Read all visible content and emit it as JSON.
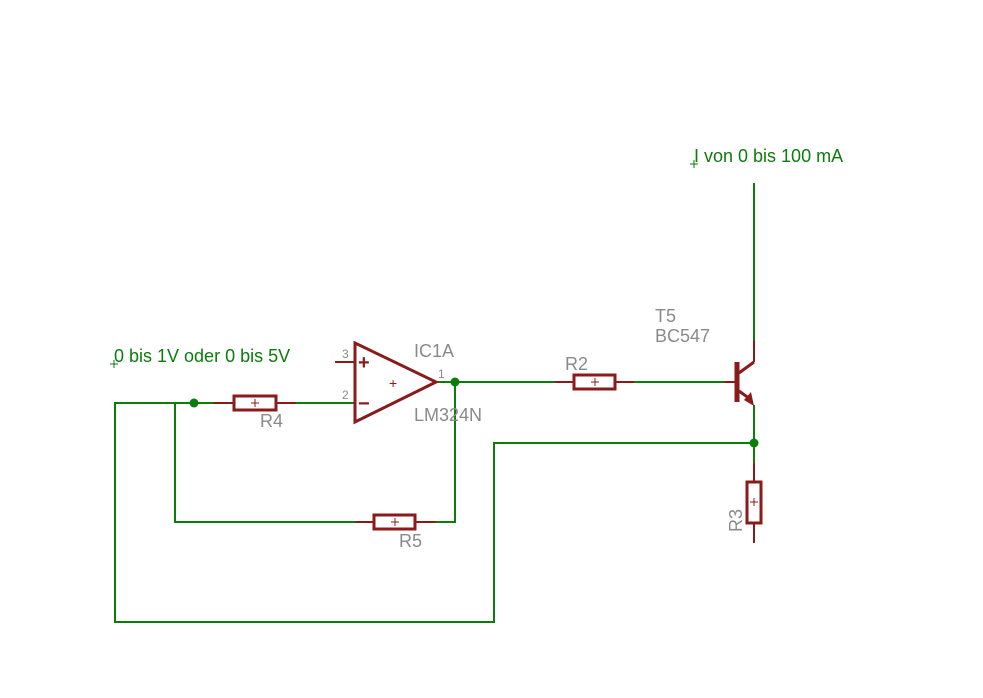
{
  "nets": {
    "input": "0 bis 1V oder 0 bis 5V",
    "output": "I von 0 bis 100 mA"
  },
  "components": {
    "opamp": {
      "name": "IC1A",
      "value": "LM324N",
      "pin_plus": "3",
      "pin_minus": "2",
      "pin_out": "1",
      "sym_plus": "+",
      "sym_minus": "−",
      "sym_center": "+"
    },
    "r2": {
      "name": "R2"
    },
    "r3": {
      "name": "R3"
    },
    "r4": {
      "name": "R4"
    },
    "r5": {
      "name": "R5"
    },
    "transistor": {
      "name": "T5",
      "value": "BC547"
    }
  },
  "colors": {
    "wire": "#0b7d0b",
    "part": "#8b1a1a",
    "label": "#8a8a8a"
  }
}
